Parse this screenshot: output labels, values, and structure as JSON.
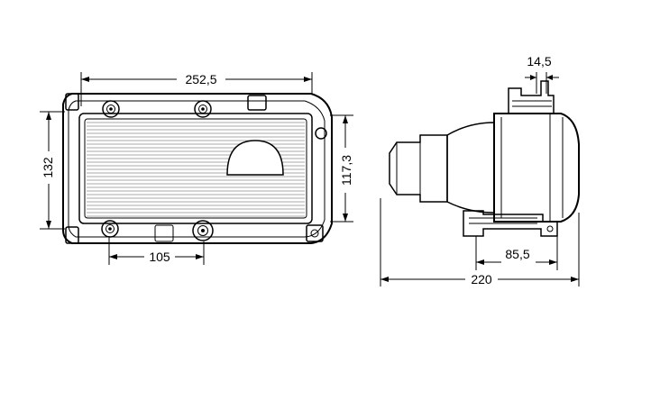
{
  "dimensions": {
    "front_width": "252,5",
    "front_height": "132",
    "lens_height": "117,3",
    "mount_spacing": "105",
    "side_top": "14,5",
    "side_bracket": "85,5",
    "side_depth": "220"
  }
}
